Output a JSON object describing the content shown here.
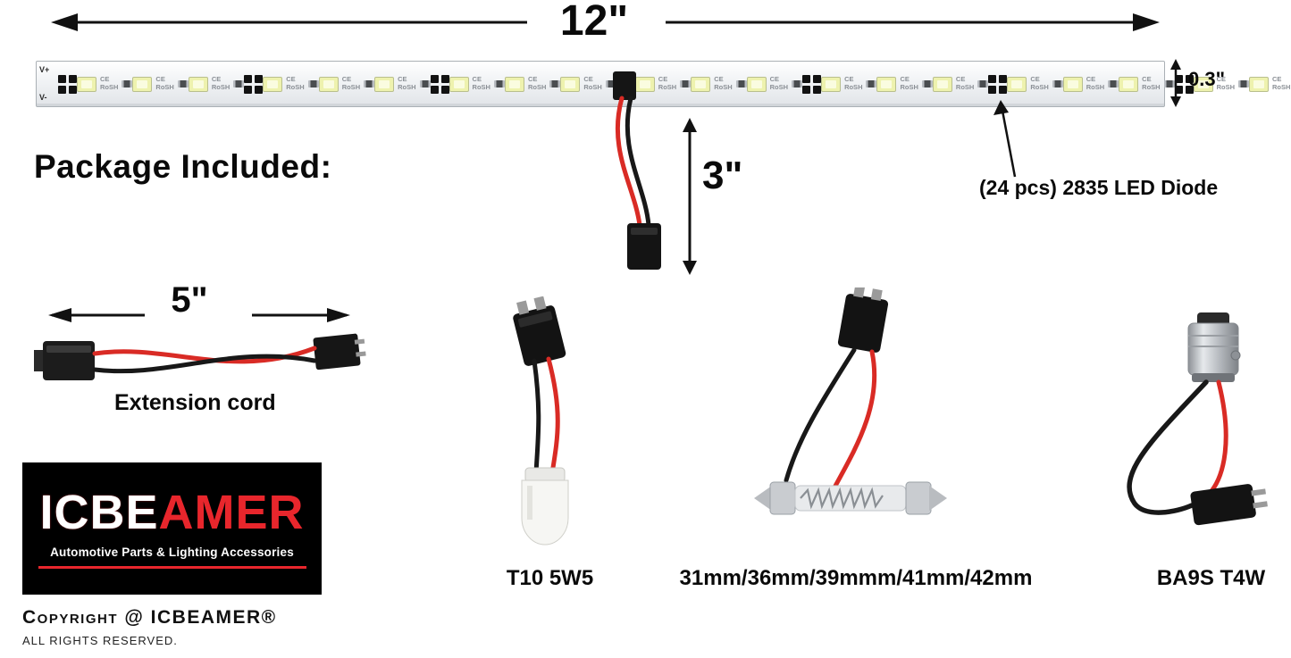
{
  "colors": {
    "wire_red": "#d92b25",
    "wire_black": "#181818",
    "brand_red": "#e8262c",
    "led_yellow": "#eef2ae"
  },
  "dimensions": {
    "strip_length": "12\"",
    "strip_thickness": "0.3\"",
    "lead_wire": "3\"",
    "cord_length": "5\""
  },
  "headings": {
    "package_included": "Package Included:"
  },
  "callouts": {
    "led_diode": "(24 pcs) 2835 LED Diode"
  },
  "strip": {
    "led_count": 24,
    "leds_per_section": 3,
    "polarity_positive": "V+",
    "polarity_negative": "V-",
    "marking_top": "CE",
    "marking_bottom": "RoSH"
  },
  "extension_cord": {
    "label": "Extension cord"
  },
  "adapters": {
    "t10": "T10 5W5",
    "festoon": "31mm/36mm/39mmm/41mm/42mm",
    "ba9s": "BA9S T4W"
  },
  "logo": {
    "part_white": "ICBE",
    "part_red": "AMER",
    "tagline": "Automotive Parts & Lighting Accessories"
  },
  "footer": {
    "copyright": "Copyright @ ICBEAMER®",
    "rights": "All rights reserved."
  }
}
